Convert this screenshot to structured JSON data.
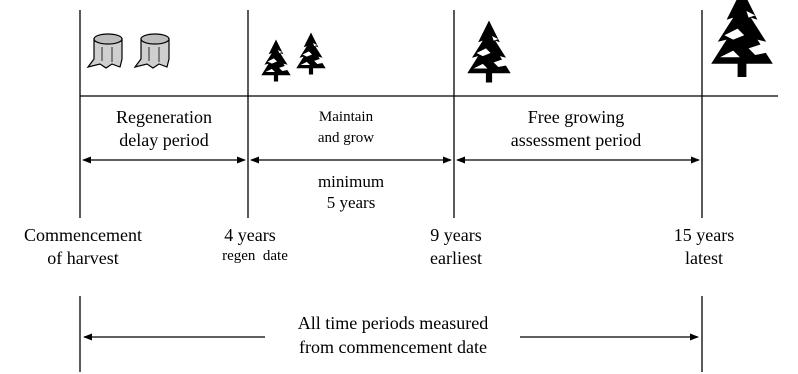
{
  "periods": {
    "regeneration_delay": {
      "line1": "Regeneration",
      "line2": "delay period"
    },
    "maintain_grow": {
      "line1": "Maintain",
      "line2": "and grow"
    },
    "minimum": {
      "line1": "minimum",
      "line2": "5 years"
    },
    "free_growing": {
      "line1": "Free growing",
      "line2": "assessment period"
    }
  },
  "milestones": {
    "harvest": {
      "line1": "Commencement",
      "line2": "of harvest"
    },
    "four_years": {
      "line1": "4 years",
      "line2": "regen  date"
    },
    "nine_years": {
      "line1": "9 years",
      "line2": "earliest"
    },
    "fifteen_years": {
      "line1": "15 years",
      "line2": "latest"
    }
  },
  "footer": {
    "line1": "All time periods measured",
    "line2": "from commencement date"
  },
  "icons": [
    "stump-icon",
    "stump-icon",
    "small-tree-icon",
    "small-tree-icon",
    "medium-tree-icon",
    "large-tree-icon"
  ]
}
